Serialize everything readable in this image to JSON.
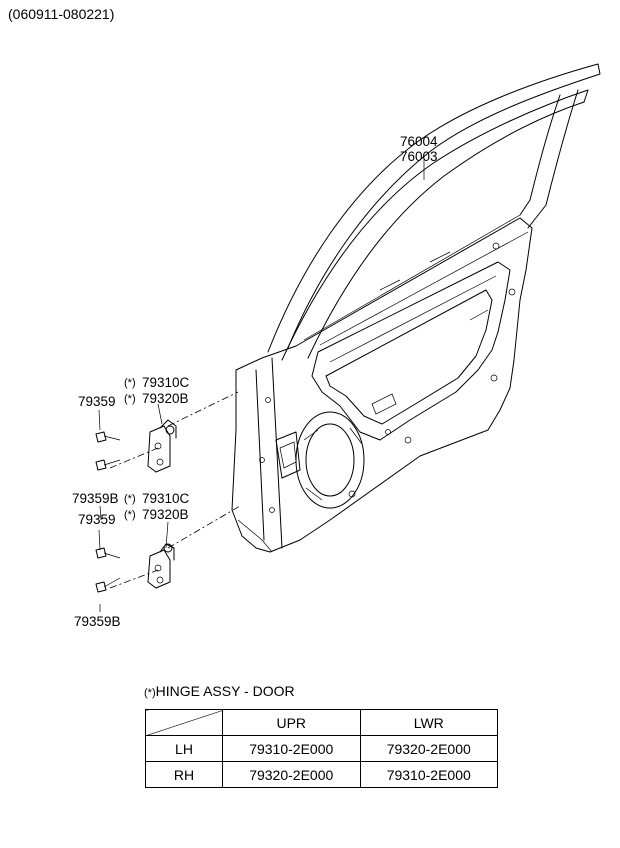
{
  "header": {
    "date_range": "(060911-080221)"
  },
  "callouts": {
    "door_panel_1": "76004",
    "door_panel_2": "76003",
    "upper_hinge_a": "79310C",
    "upper_hinge_b": "79320B",
    "upper_bolt": "79359",
    "upper_bolt_b": "79359B",
    "lower_hinge_a": "79310C",
    "lower_hinge_b": "79320B",
    "lower_bolt": "79359",
    "lower_bolt_b": "79359B",
    "asterisk_mark": "(*)"
  },
  "legend": {
    "title": "HINGE ASSY - DOOR",
    "marker": "(*)",
    "columns": [
      "",
      "UPR",
      "LWR"
    ],
    "rows": [
      {
        "side": "LH",
        "upr": "79310-2E000",
        "lwr": "79320-2E000"
      },
      {
        "side": "RH",
        "upr": "79320-2E000",
        "lwr": "79310-2E000"
      }
    ]
  }
}
